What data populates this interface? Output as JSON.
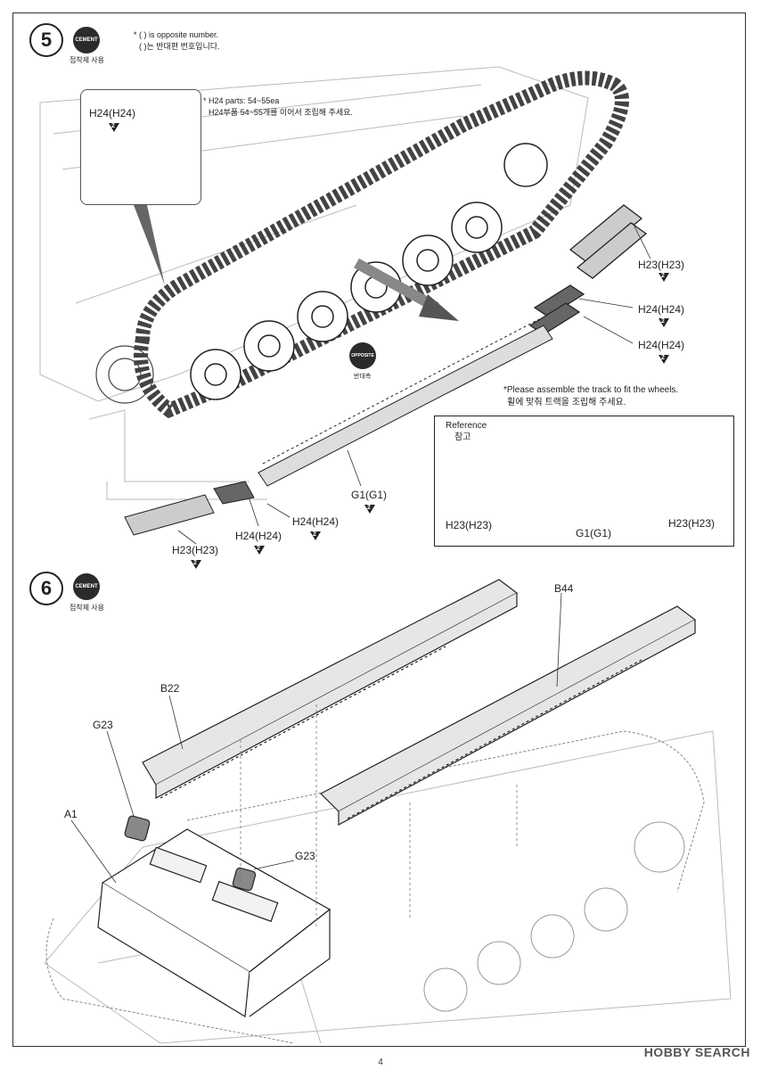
{
  "step5": {
    "number": "5",
    "cement_badge": "CEMENT",
    "cement_caption": "접착제 사용",
    "note_opposite_en": "* ( ) is opposite number.",
    "note_opposite_ko": "( )는 반대편 번호입니다.",
    "note_h24_en": "* H24 parts: 54~55ea",
    "note_h24_ko": "H24부품 54~55개를 이어서 조립해 주세요.",
    "inset_label": "H24(H24)",
    "inset_badge": "2",
    "opposite_badge": "OPPOSITE",
    "opposite_caption": "반대측",
    "label_h23_right": "H23(H23)",
    "label_h24_right_1": "H24(H24)",
    "label_h24_right_2": "H24(H24)",
    "badge_2": "2",
    "note_track_en": "*Please assemble the track to fit the wheels.",
    "note_track_ko": "휠에 맞춰 트랙을 조립해 주세요.",
    "label_g1": "G1(G1)",
    "label_h24_bottom_1": "H24(H24)",
    "label_h24_bottom_2": "H24(H24)",
    "label_h23_bottom": "H23(H23)",
    "reference": {
      "title_en": "Reference",
      "title_ko": "참고",
      "label_h23_left": "H23(H23)",
      "label_g1": "G1(G1)",
      "label_h23_right": "H23(H23)"
    }
  },
  "step6": {
    "number": "6",
    "cement_badge": "CEMENT",
    "cement_caption": "접착제 사용",
    "label_b44": "B44",
    "label_b22": "B22",
    "label_g23_top": "G23",
    "label_a1": "A1",
    "label_g23_mid": "G23"
  },
  "footer": {
    "page_number": "4",
    "watermark": "HOBBY SEARCH"
  }
}
